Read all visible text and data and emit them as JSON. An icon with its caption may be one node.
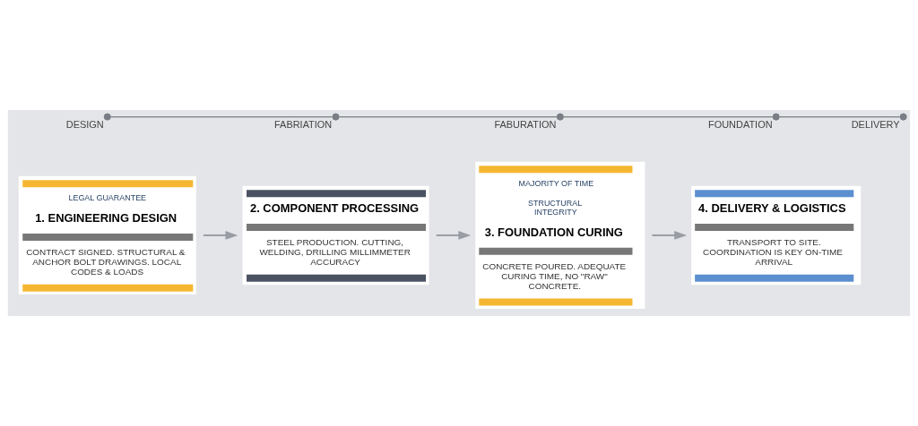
{
  "diagram": {
    "nodes": [
      {
        "text": [
          "LEGAL GUARANTEE",
          "1. ENGINEERING DESIGN",
          "CONTRACT SIGNED. STRUCTURAL & ANCHOR BOLT DRAWINGS. LOCAL CODES & LOADS"
        ]
      },
      {
        "text": [
          "2. COMPONENT PROCESSING",
          "STEEL PRODUCTION. CUTTING, WELDING, DRILLING MILLIMMETER ACCURACY"
        ]
      },
      {
        "text": [
          "MAJORITY OF TIME",
          "STRUCTURAL INTEGRITY",
          "3. FOUNDATION CURING",
          "CONCRETE POURED. ADEQUATE CURING TIME, NO \"RAW\" CONCRETE."
        ]
      },
      {
        "text": [
          "4. DELIVERY & LOGISTICS",
          "TRANSPORT TO SITE. COORDINATION IS KEY ON-TIME ARRIVAL"
        ]
      },
      {
        "text": [],
        "shape": "circle",
        "beside": [
          "DESIGN"
        ]
      },
      {
        "text": [],
        "shape": "circle",
        "beside": [
          "FABRIATION"
        ]
      },
      {
        "text": [],
        "shape": "circle",
        "beside": [
          "FABURATION"
        ]
      },
      {
        "text": [],
        "shape": "circle",
        "beside": [
          "FOUNDATION"
        ]
      },
      {
        "text": [],
        "shape": "circle",
        "beside": [
          "DELIVERY"
        ]
      }
    ],
    "edges": [
      {
        "from": 0,
        "to": 1,
        "arrow": "to"
      },
      {
        "from": 1,
        "to": 2,
        "arrow": "to"
      },
      {
        "from": 2,
        "to": 3,
        "arrow": "to"
      },
      {
        "from": 4,
        "to": 5,
        "arrow": "none"
      },
      {
        "from": 5,
        "to": 6,
        "arrow": "none"
      },
      {
        "from": 6,
        "to": 7,
        "arrow": "none"
      },
      {
        "from": 7,
        "to": 8,
        "arrow": "none"
      }
    ]
  }
}
